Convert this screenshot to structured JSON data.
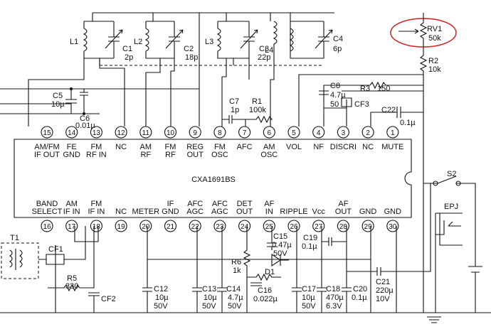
{
  "chip": {
    "name": "CXA1691BS"
  },
  "top_pins": [
    {
      "num": "15",
      "label": [
        "AM/FM",
        "IF OUT"
      ]
    },
    {
      "num": "14",
      "label": [
        "FE",
        "GND"
      ]
    },
    {
      "num": "13",
      "label": [
        "FM",
        "RF IN"
      ]
    },
    {
      "num": "12",
      "label": [
        "NC"
      ]
    },
    {
      "num": "11",
      "label": [
        "AM",
        "RF"
      ]
    },
    {
      "num": "10",
      "label": [
        "FM",
        "RF"
      ]
    },
    {
      "num": "9",
      "label": [
        "REG",
        "OUT"
      ]
    },
    {
      "num": "8",
      "label": [
        "FM",
        "OSC"
      ]
    },
    {
      "num": "7",
      "label": [
        "AFC"
      ]
    },
    {
      "num": "6",
      "label": [
        "AM",
        "OSC"
      ]
    },
    {
      "num": "5",
      "label": [
        "VOL"
      ]
    },
    {
      "num": "4",
      "label": [
        "NF"
      ]
    },
    {
      "num": "3",
      "label": [
        "DISCRI"
      ]
    },
    {
      "num": "2",
      "label": [
        "NC"
      ]
    },
    {
      "num": "1",
      "label": [
        "MUTE"
      ]
    }
  ],
  "bottom_pins": [
    {
      "num": "16",
      "label": [
        "BAND",
        "SELECT"
      ]
    },
    {
      "num": "17",
      "label": [
        "AM",
        "IF IN"
      ]
    },
    {
      "num": "18",
      "label": [
        "FM",
        "IF IN"
      ]
    },
    {
      "num": "19",
      "label": [
        "NC"
      ]
    },
    {
      "num": "20",
      "label": [
        "METER"
      ]
    },
    {
      "num": "21",
      "label": [
        "IF",
        "GND"
      ]
    },
    {
      "num": "22",
      "label": [
        "AFC",
        "AGC"
      ]
    },
    {
      "num": "23",
      "label": [
        "AFC",
        "AGC"
      ]
    },
    {
      "num": "24",
      "label": [
        "DET",
        "OUT"
      ]
    },
    {
      "num": "25",
      "label": [
        "AF",
        "IN"
      ]
    },
    {
      "num": "26",
      "label": [
        "RIPPLE"
      ]
    },
    {
      "num": "27",
      "label": [
        "Vcc"
      ]
    },
    {
      "num": "28",
      "label": [
        "AF",
        "OUT"
      ]
    },
    {
      "num": "29",
      "label": [
        "GND"
      ]
    },
    {
      "num": "30",
      "label": [
        "GND"
      ]
    }
  ],
  "components": {
    "l1": "L1",
    "l2": "L2",
    "l3": "L3",
    "l4": "L4",
    "c1": "C1",
    "c1v": "2p",
    "c2": "C2",
    "c2v": "18p",
    "c3": "C3",
    "c3v": "22p",
    "c4": "C4",
    "c4v": "6p",
    "rv1": "RV1",
    "rv1v": "50k",
    "r2": "R2",
    "r2v": "10k",
    "c5": "C5",
    "c5v": "10µ",
    "c6": "C6",
    "c6v": "0.01µ",
    "c7": "C7",
    "c7v": "1p",
    "r1": "R1",
    "r1v": "100k",
    "c8": "C8",
    "c8v": "4.7µ",
    "c8v2": "50",
    "r3": "R3",
    "r3v": "150",
    "cf3": "CF3",
    "c22": "C22",
    "c22v": "0.1µ",
    "t1": "T1",
    "cf1": "CF1",
    "r5": "R5",
    "r5v": "330",
    "cf2": "CF2",
    "c12": "C12",
    "c12v": "10µ",
    "c12v2": "50V",
    "c13": "C13",
    "c13v": "10µ",
    "c13v2": "50V",
    "c14": "C14",
    "c14v": "4.7µ",
    "c14v2": "50V",
    "r6": "R6",
    "r6v": "1k",
    "d1": "D1",
    "c15": "C15",
    "c15v": "0.47µ",
    "c15v2": "50V",
    "c16": "C16",
    "c16v": "0.022µ",
    "c19": "C19",
    "c19v": "0.1µ",
    "c17": "C17",
    "c17v": "10µ",
    "c17v2": "50V",
    "c18": "C18",
    "c18v": "470µ",
    "c18v2": "6.3V",
    "c20": "C20",
    "c20v": "0.1µ",
    "c21": "C21",
    "c21v": "220µ",
    "c21v2": "10V",
    "s2": "S2",
    "epj": "EPJ"
  },
  "colors": {
    "ink": "#111111",
    "highlight": "#cc2222"
  }
}
